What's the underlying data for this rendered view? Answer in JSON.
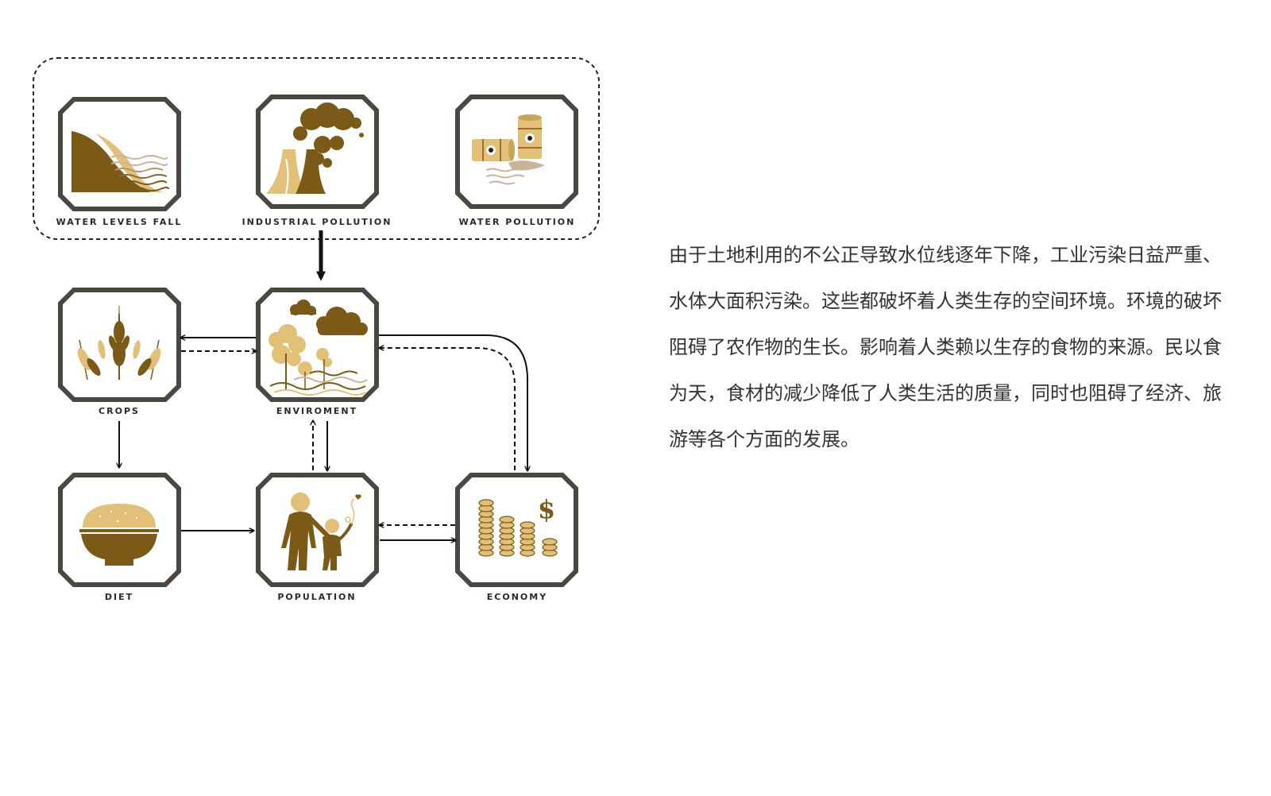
{
  "colors": {
    "brown": "#7a5a16",
    "gold": "#e2c078",
    "frame": "#4b4740",
    "line": "#111111"
  },
  "nodes": {
    "water_levels_fall": {
      "label": "WATER LEVELS FALL",
      "icon": "hillside-water-icon"
    },
    "industrial_pollution": {
      "label": "INDUSTRIAL POLLUTION",
      "icon": "factory-smoke-icon"
    },
    "water_pollution": {
      "label": "WATER POLLUTION",
      "icon": "toxic-barrels-icon"
    },
    "crops": {
      "label": "CROPS",
      "icon": "wheat-icon"
    },
    "enviroment": {
      "label": "ENVIROMENT",
      "icon": "trees-clouds-icon"
    },
    "diet": {
      "label": "DIET",
      "icon": "rice-bowl-icon"
    },
    "population": {
      "label": "POPULATION",
      "icon": "parent-child-icon"
    },
    "economy": {
      "label": "ECONOMY",
      "icon": "coins-dollar-icon"
    }
  },
  "description": "由于土地利用的不公正导致水位线逐年下降，工业污染日益严重、水体大面积污染。这些都破坏着人类生存的空间环境。环境的破坏阻碍了农作物的生长。影响着人类赖以生存的食物的来源。民以食为天，食材的减少降低了人类生活的质量，同时也阻碍了经济、旅游等各个方面的发展。"
}
